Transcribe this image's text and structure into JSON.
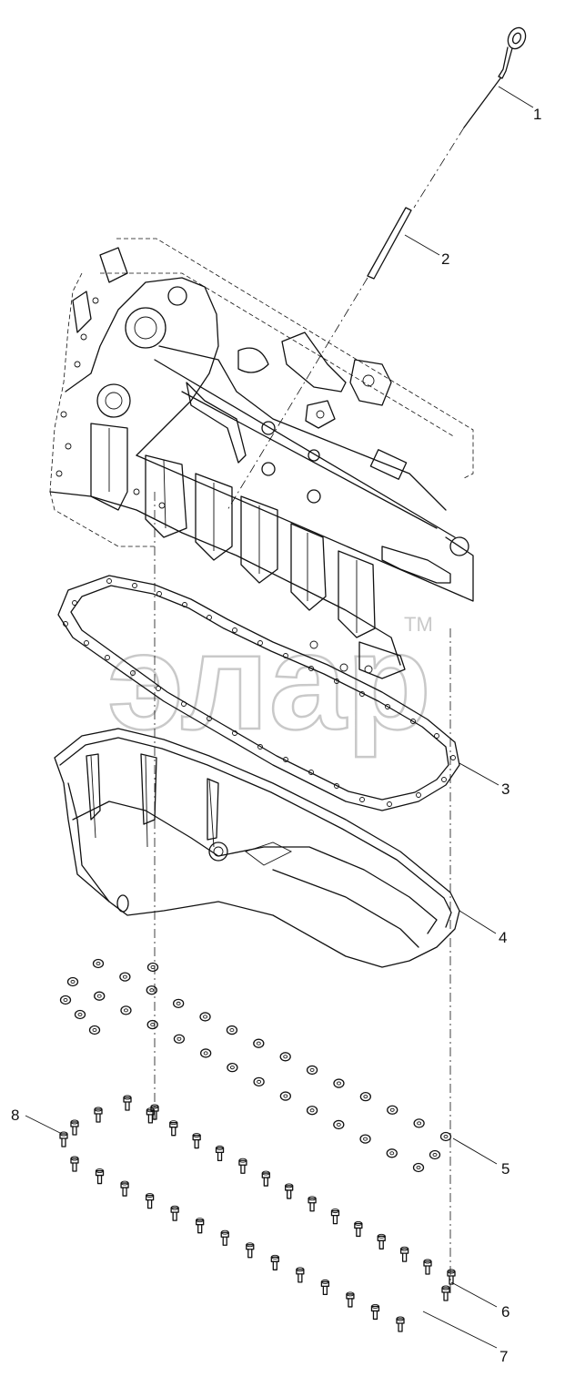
{
  "watermark": {
    "text": "элар",
    "tm": "TM"
  },
  "callouts": [
    {
      "id": "1",
      "label": "1"
    },
    {
      "id": "2",
      "label": "2"
    },
    {
      "id": "3",
      "label": "3"
    },
    {
      "id": "4",
      "label": "4"
    },
    {
      "id": "5",
      "label": "5"
    },
    {
      "id": "6",
      "label": "6"
    },
    {
      "id": "7",
      "label": "7"
    },
    {
      "id": "8",
      "label": "8"
    }
  ]
}
